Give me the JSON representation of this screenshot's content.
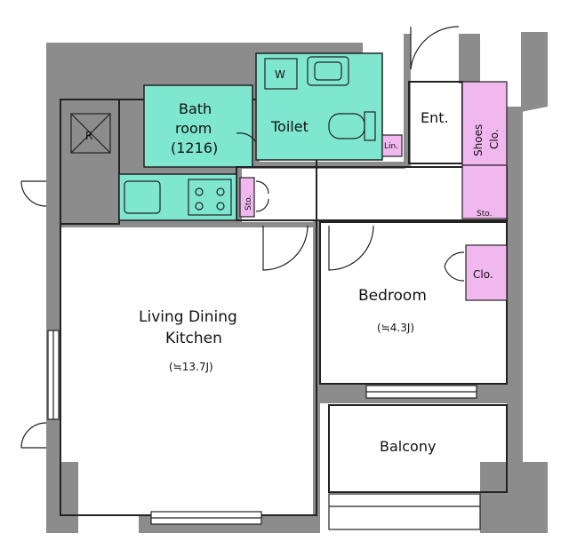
{
  "rooms": {
    "bath_line1": "Bath",
    "bath_line2": "room",
    "bath_line3": "(1216)",
    "toilet": "Toilet",
    "entrance": "Ent.",
    "shoes_line1": "Shoes",
    "shoes_line2": "Clo.",
    "storage_small": "Sto.",
    "storage_hall": "Sto.",
    "linen": "Lin.",
    "washer": "W",
    "ldk_line1": "Living Dining",
    "ldk_line2": "Kitchen",
    "ldk_area": "(≒13.7J)",
    "bedroom": "Bedroom",
    "bedroom_area": "(≒4.3J)",
    "bedroom_closet": "Clo.",
    "balcony": "Balcony",
    "vent": "R"
  },
  "colors": {
    "wall": "#8c8c8c",
    "wet_area": "#7fe6d0",
    "closet": "#f0b8ee"
  }
}
